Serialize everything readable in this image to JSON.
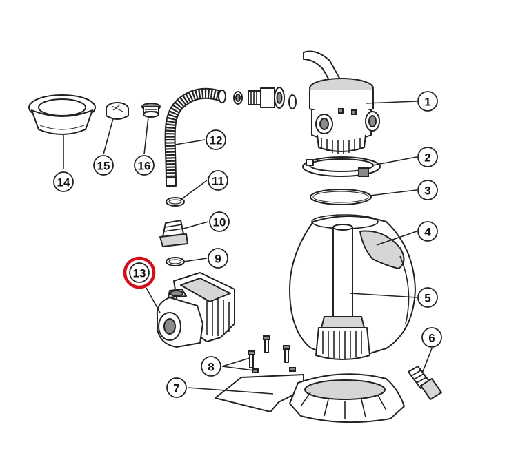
{
  "callouts": [
    {
      "label": "1"
    },
    {
      "label": "2"
    },
    {
      "label": "3"
    },
    {
      "label": "4"
    },
    {
      "label": "5"
    },
    {
      "label": "6"
    },
    {
      "label": "7"
    },
    {
      "label": "8"
    },
    {
      "label": "9"
    },
    {
      "label": "10"
    },
    {
      "label": "11"
    },
    {
      "label": "12"
    },
    {
      "label": "13"
    },
    {
      "label": "14"
    },
    {
      "label": "15"
    },
    {
      "label": "16"
    }
  ],
  "highlight": {
    "label": "13",
    "color": "#d0101c"
  }
}
